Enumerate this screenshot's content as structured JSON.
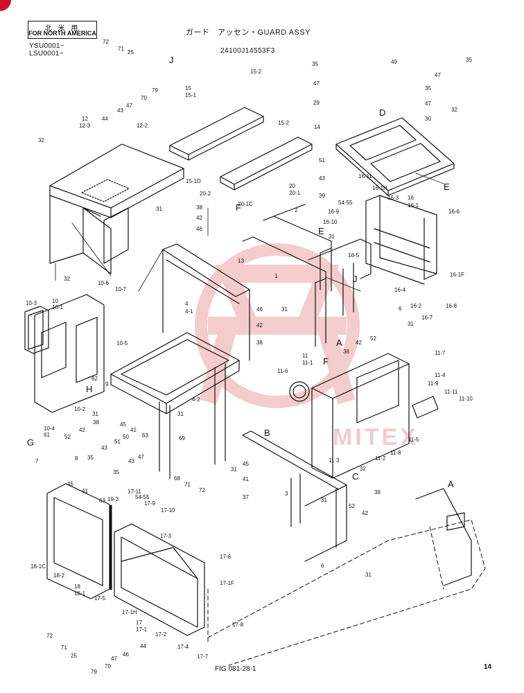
{
  "header": {
    "region_jp": "北 米 用",
    "region_en": "FOR NORTH AMERICA",
    "serial_1": "YSU0001~",
    "serial_2": "LSU0001~",
    "title": "ガード　アッセン・GUARD ASSY",
    "part_number": "24100J14553F3"
  },
  "footer": {
    "figure": "FIG 081-28-1",
    "page": "14"
  },
  "watermark": {
    "text": "MITEX",
    "color": "#f3bcbc"
  },
  "colors": {
    "line": "#111111",
    "corner_mark": "#d0102a"
  },
  "callouts": [
    {
      "id": "c1",
      "text": "72"
    },
    {
      "id": "c2",
      "text": "71"
    },
    {
      "id": "c3",
      "text": "25"
    },
    {
      "id": "c4",
      "text": "70"
    },
    {
      "id": "c5",
      "text": "79"
    },
    {
      "id": "c6",
      "text": "47"
    },
    {
      "id": "c7",
      "text": "43"
    },
    {
      "id": "c8",
      "text": "44"
    },
    {
      "id": "c9",
      "text": "12"
    },
    {
      "id": "c10",
      "text": "12-3"
    },
    {
      "id": "c11",
      "text": "12-2"
    },
    {
      "id": "c12",
      "text": "32"
    },
    {
      "id": "c13",
      "text": "15-2"
    },
    {
      "id": "c14",
      "text": "15"
    },
    {
      "id": "c15",
      "text": "15-1"
    },
    {
      "id": "c16",
      "text": "15-2"
    },
    {
      "id": "c17",
      "text": "15-1D"
    },
    {
      "id": "c18",
      "text": "20"
    },
    {
      "id": "c19",
      "text": "20-1"
    },
    {
      "id": "c20",
      "text": "20-2"
    },
    {
      "id": "c21",
      "text": "20-1C"
    },
    {
      "id": "c22",
      "text": "38"
    },
    {
      "id": "c23",
      "text": "42"
    },
    {
      "id": "c24",
      "text": "46"
    },
    {
      "id": "c25",
      "text": "35"
    },
    {
      "id": "c26",
      "text": "49"
    },
    {
      "id": "c27",
      "text": "35"
    },
    {
      "id": "c28",
      "text": "47"
    },
    {
      "id": "c29",
      "text": "47"
    },
    {
      "id": "c30",
      "text": "35"
    },
    {
      "id": "c31",
      "text": "29"
    },
    {
      "id": "c32",
      "text": "47"
    },
    {
      "id": "c33",
      "text": "30"
    },
    {
      "id": "c34",
      "text": "32"
    },
    {
      "id": "c35",
      "text": "14"
    },
    {
      "id": "c36",
      "text": "51"
    },
    {
      "id": "c37",
      "text": "43"
    },
    {
      "id": "c38",
      "text": "39"
    },
    {
      "id": "c39",
      "text": "16-11"
    },
    {
      "id": "c40",
      "text": "16-1H"
    },
    {
      "id": "c41",
      "text": "16-3"
    },
    {
      "id": "c42",
      "text": "16"
    },
    {
      "id": "c43",
      "text": "16-1"
    },
    {
      "id": "c44",
      "text": "16-6"
    },
    {
      "id": "c45",
      "text": "54-55"
    },
    {
      "id": "c46",
      "text": "16-9"
    },
    {
      "id": "c47",
      "text": "16-10"
    },
    {
      "id": "c48",
      "text": "31"
    },
    {
      "id": "c49",
      "text": "16-5"
    },
    {
      "id": "c50",
      "text": "16-1F"
    },
    {
      "id": "c51",
      "text": "16-4"
    },
    {
      "id": "c52",
      "text": "16-2"
    },
    {
      "id": "c53",
      "text": "16-8"
    },
    {
      "id": "c54",
      "text": "16-7"
    },
    {
      "id": "c55",
      "text": "2"
    },
    {
      "id": "c56",
      "text": "1"
    },
    {
      "id": "c57",
      "text": "13"
    },
    {
      "id": "c58",
      "text": "31"
    },
    {
      "id": "c59",
      "text": "4"
    },
    {
      "id": "c60",
      "text": "4-1"
    },
    {
      "id": "c61",
      "text": "46"
    },
    {
      "id": "c62",
      "text": "42"
    },
    {
      "id": "c63",
      "text": "38"
    },
    {
      "id": "c64",
      "text": "31"
    },
    {
      "id": "c65",
      "text": "6"
    },
    {
      "id": "c66",
      "text": "31"
    },
    {
      "id": "c67",
      "text": "42"
    },
    {
      "id": "c68",
      "text": "52"
    },
    {
      "id": "c69",
      "text": "38"
    },
    {
      "id": "c70",
      "text": "10-6"
    },
    {
      "id": "c71",
      "text": "10-7"
    },
    {
      "id": "c72",
      "text": "32"
    },
    {
      "id": "c73",
      "text": "10"
    },
    {
      "id": "c74",
      "text": "10-1"
    },
    {
      "id": "c75",
      "text": "10-3"
    },
    {
      "id": "c76",
      "text": "10-5"
    },
    {
      "id": "c77",
      "text": "10-2"
    },
    {
      "id": "c78",
      "text": "10-4"
    },
    {
      "id": "c79",
      "text": "11"
    },
    {
      "id": "c80",
      "text": "11-1"
    },
    {
      "id": "c81",
      "text": "11-6"
    },
    {
      "id": "c82",
      "text": "11-7"
    },
    {
      "id": "c83",
      "text": "11-4"
    },
    {
      "id": "c84",
      "text": "11-9"
    },
    {
      "id": "c85",
      "text": "11-11"
    },
    {
      "id": "c86",
      "text": "11-10"
    },
    {
      "id": "c87",
      "text": "11-5"
    },
    {
      "id": "c88",
      "text": "11-8"
    },
    {
      "id": "c89",
      "text": "11-2"
    },
    {
      "id": "c90",
      "text": "11"
    },
    {
      "id": "c91",
      "text": "3"
    },
    {
      "id": "c92",
      "text": "32"
    },
    {
      "id": "c93",
      "text": "62"
    },
    {
      "id": "c94",
      "text": "9"
    },
    {
      "id": "c95",
      "text": "31"
    },
    {
      "id": "c96",
      "text": "45"
    },
    {
      "id": "c97",
      "text": "41"
    },
    {
      "id": "c98",
      "text": "63"
    },
    {
      "id": "c99",
      "text": "31"
    },
    {
      "id": "c100",
      "text": "38"
    },
    {
      "id": "c101",
      "text": "4-2"
    },
    {
      "id": "c102",
      "text": "69"
    },
    {
      "id": "c103",
      "text": "61"
    },
    {
      "id": "c104",
      "text": "52"
    },
    {
      "id": "c105",
      "text": "42"
    },
    {
      "id": "c106",
      "text": "43"
    },
    {
      "id": "c107",
      "text": "50"
    },
    {
      "id": "c108",
      "text": "51"
    },
    {
      "id": "c109",
      "text": "43"
    },
    {
      "id": "c110",
      "text": "47"
    },
    {
      "id": "c111",
      "text": "35"
    },
    {
      "id": "c112",
      "text": "35"
    },
    {
      "id": "c113",
      "text": "7"
    },
    {
      "id": "c114",
      "text": "8"
    },
    {
      "id": "c115",
      "text": "45"
    },
    {
      "id": "c116",
      "text": "41"
    },
    {
      "id": "c117",
      "text": "63"
    },
    {
      "id": "c118",
      "text": "68"
    },
    {
      "id": "c119",
      "text": "71"
    },
    {
      "id": "c120",
      "text": "72"
    },
    {
      "id": "c121",
      "text": "31"
    },
    {
      "id": "c122",
      "text": "45"
    },
    {
      "id": "c123",
      "text": "41"
    },
    {
      "id": "c124",
      "text": "37"
    },
    {
      "id": "c125",
      "text": "3"
    },
    {
      "id": "c126",
      "text": "31"
    },
    {
      "id": "c127",
      "text": "52"
    },
    {
      "id": "c128",
      "text": "42"
    },
    {
      "id": "c129",
      "text": "38"
    },
    {
      "id": "c130",
      "text": "6"
    },
    {
      "id": "c131",
      "text": "31"
    },
    {
      "id": "c132",
      "text": "17-11"
    },
    {
      "id": "c133",
      "text": "19-3"
    },
    {
      "id": "c134",
      "text": "54-55"
    },
    {
      "id": "c135",
      "text": "17-9"
    },
    {
      "id": "c136",
      "text": "17-10"
    },
    {
      "id": "c137",
      "text": "17-3"
    },
    {
      "id": "c138",
      "text": "17-6"
    },
    {
      "id": "c139",
      "text": "17-1F"
    },
    {
      "id": "c140",
      "text": "18-1C"
    },
    {
      "id": "c141",
      "text": "18-2"
    },
    {
      "id": "c142",
      "text": "18"
    },
    {
      "id": "c143",
      "text": "18-1"
    },
    {
      "id": "c144",
      "text": "17-5"
    },
    {
      "id": "c145",
      "text": "17-1H"
    },
    {
      "id": "c146",
      "text": "17"
    },
    {
      "id": "c147",
      "text": "17-1"
    },
    {
      "id": "c148",
      "text": "17-2"
    },
    {
      "id": "c149",
      "text": "17-4"
    },
    {
      "id": "c150",
      "text": "17-8"
    },
    {
      "id": "c151",
      "text": "17-7"
    },
    {
      "id": "c152",
      "text": "72"
    },
    {
      "id": "c153",
      "text": "71"
    },
    {
      "id": "c154",
      "text": "25"
    },
    {
      "id": "c155",
      "text": "79"
    },
    {
      "id": "c156",
      "text": "70"
    },
    {
      "id": "c157",
      "text": "47"
    },
    {
      "id": "c158",
      "text": "46"
    },
    {
      "id": "c159",
      "text": "44"
    }
  ],
  "reference_letters": [
    {
      "id": "r1",
      "text": "J"
    },
    {
      "id": "r2",
      "text": "F"
    },
    {
      "id": "r3",
      "text": "D"
    },
    {
      "id": "r4",
      "text": "E"
    },
    {
      "id": "r5",
      "text": "E"
    },
    {
      "id": "r6",
      "text": "J"
    },
    {
      "id": "r7",
      "text": "A"
    },
    {
      "id": "r8",
      "text": "F"
    },
    {
      "id": "r9",
      "text": "H"
    },
    {
      "id": "r10",
      "text": "G"
    },
    {
      "id": "r11",
      "text": "B"
    },
    {
      "id": "r12",
      "text": "C"
    },
    {
      "id": "r13",
      "text": "A"
    }
  ]
}
